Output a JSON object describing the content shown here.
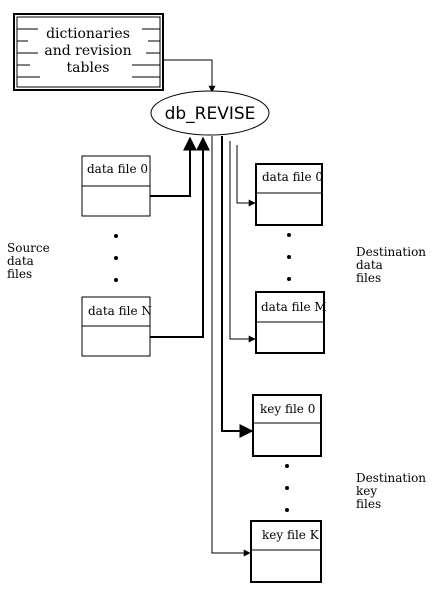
{
  "diagram": {
    "dictionaries_box": {
      "line1": "dictionaries",
      "line2": "and revision",
      "line3": "tables"
    },
    "center_node": "db_REVISE",
    "source_files": {
      "first": "data file 0",
      "last": "data file N",
      "group_label": {
        "line1": "Source",
        "line2": "data",
        "line3": "files"
      }
    },
    "destination_data": {
      "first": "data file 0",
      "last": "data file M",
      "group_label": {
        "line1": "Destination",
        "line2": "data",
        "line3": "files"
      }
    },
    "destination_keys": {
      "first": "key file 0",
      "last": "key file K",
      "group_label": {
        "line1": "Destination",
        "line2": "key",
        "line3": "files"
      }
    }
  }
}
